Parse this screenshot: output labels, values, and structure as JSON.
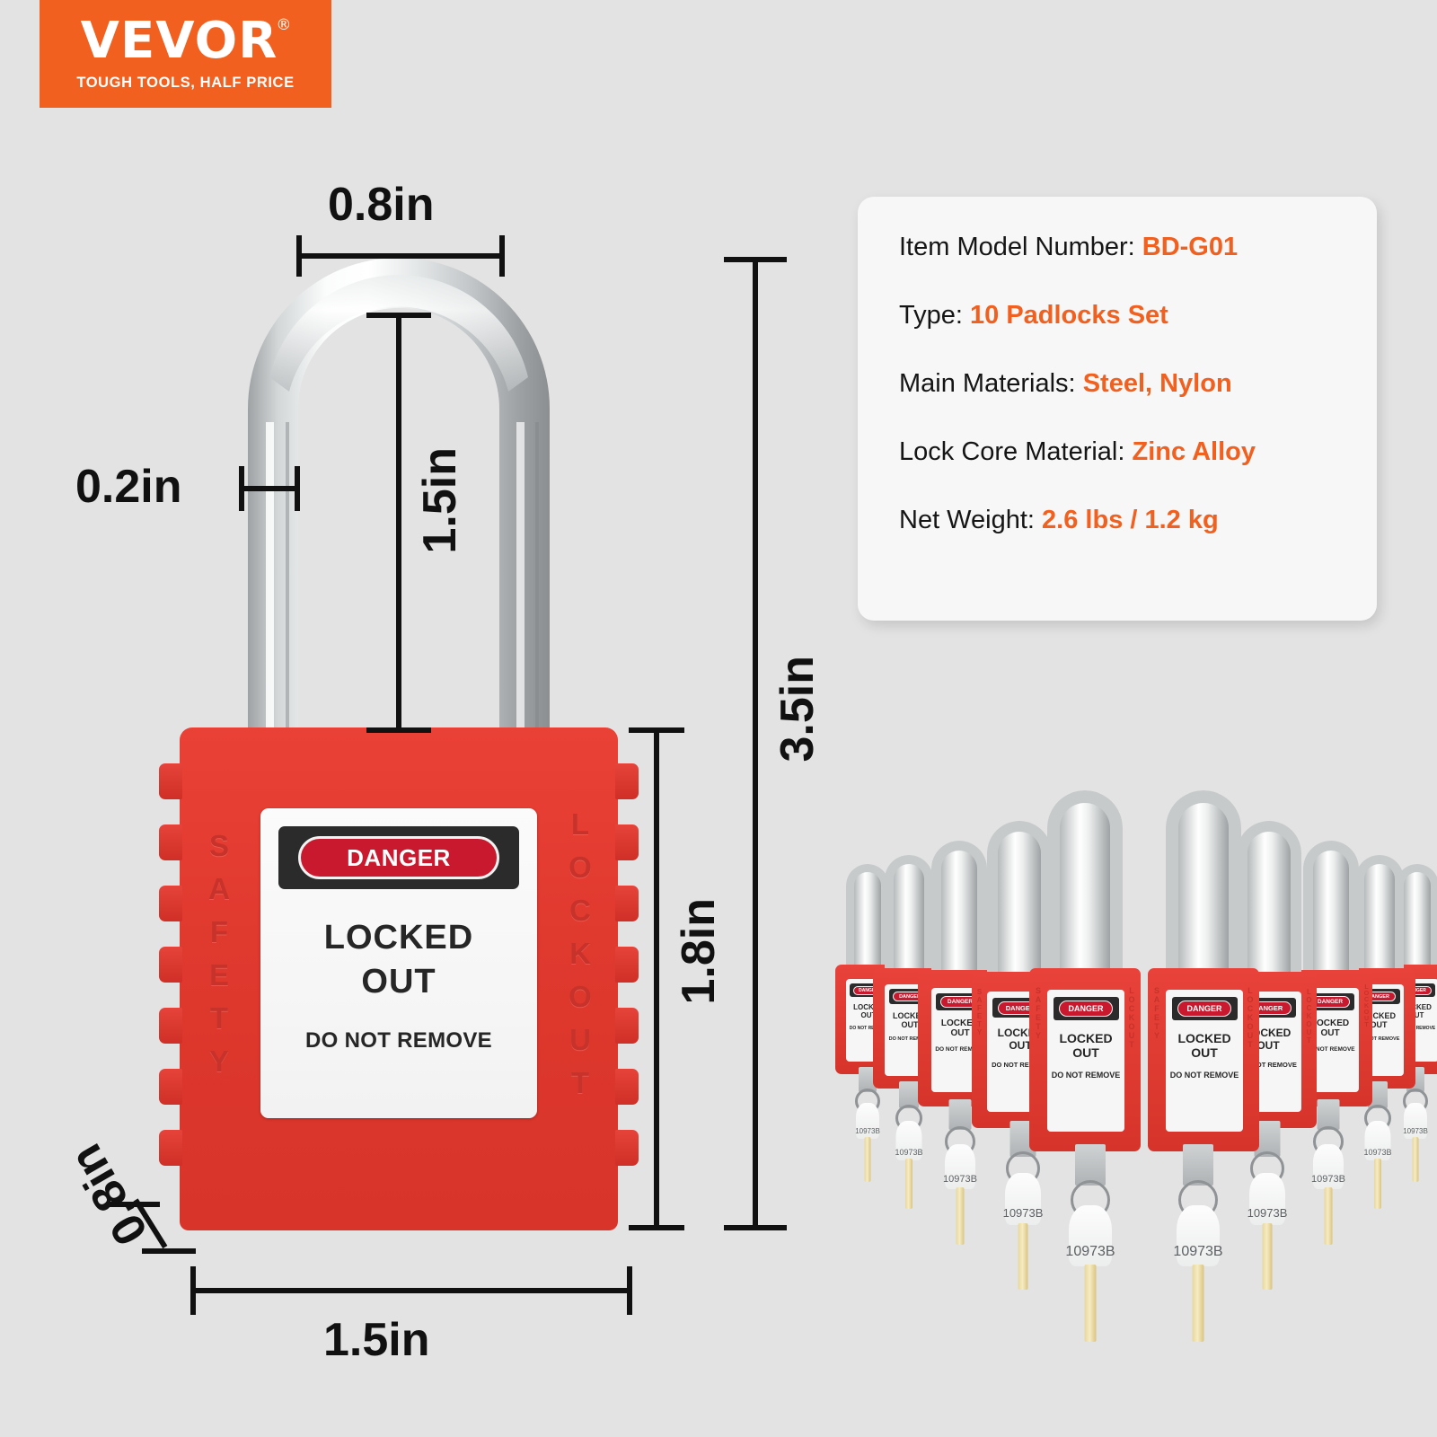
{
  "brand": {
    "wordmark": "VEVOR",
    "registered": "®",
    "tagline": "TOUGH TOOLS, HALF PRICE",
    "bg_color": "#f1601f"
  },
  "spec_card": {
    "rows": [
      {
        "label": "Item Model Number:",
        "value": "BD-G01"
      },
      {
        "label": "Type:",
        "value": "10 Padlocks Set"
      },
      {
        "label": "Main Materials:",
        "value": "Steel, Nylon"
      },
      {
        "label": "Lock Core Material:",
        "value": "Zinc Alloy"
      },
      {
        "label": "Net Weight:",
        "value": "2.6 lbs / 1.2 kg"
      }
    ],
    "accent_color": "#f1601f",
    "label_color": "#151515",
    "bg_color": "#f7f7f7"
  },
  "dimensions": {
    "shackle_width": "0.8in",
    "shackle_diameter": "0.2in",
    "shackle_clearance": "1.5in",
    "body_height": "1.8in",
    "total_height": "3.5in",
    "body_depth": "0.8in",
    "body_width": "1.5in"
  },
  "padlock": {
    "body_color": "#e23a32",
    "label": {
      "danger": "DANGER",
      "line1": "LOCKED",
      "line2": "OUT",
      "line3": "DO NOT REMOVE"
    },
    "emboss_left": "SAFETY",
    "emboss_right": "LOCKOUT"
  },
  "lock_group": {
    "count": 10,
    "key_number": "10973B",
    "key_emboss": "SAFETY LOCKOUT"
  },
  "background_color": "#e3e3e3"
}
